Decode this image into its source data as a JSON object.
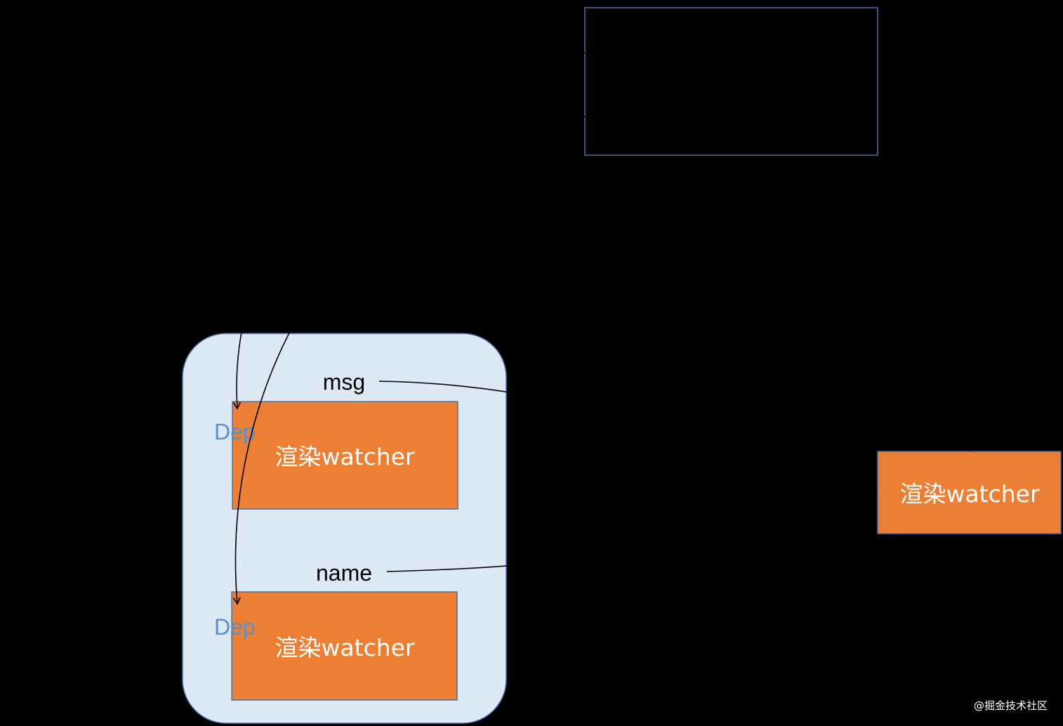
{
  "component": {
    "fields": {
      "msg": "msg",
      "name": "name"
    },
    "deps": [
      {
        "dep_label": "Dep",
        "watcher_label": "渲染watcher"
      },
      {
        "dep_label": "Dep",
        "watcher_label": "渲染watcher"
      }
    ]
  },
  "external_watcher": {
    "label": "渲染watcher"
  },
  "watermark": "@掘金技术社区",
  "colors": {
    "background": "#000000",
    "container_fill": "#dde9f6",
    "container_stroke": "#4a72a8",
    "watcher_fill": "#ed7f34",
    "watcher_stroke": "#4a72a8",
    "dep_text": "#5b8fcb",
    "top_box_stroke": "#4a72a8",
    "arrow": "#000000"
  }
}
